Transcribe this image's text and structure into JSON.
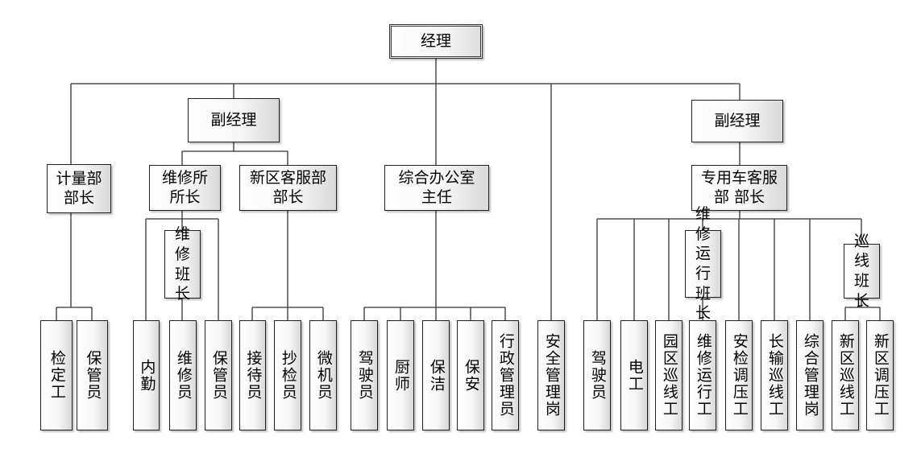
{
  "diagram": {
    "type": "org-chart",
    "root": "经理",
    "deputies": [
      "副经理",
      "副经理"
    ],
    "departments": [
      "计量部\n部长",
      "维修所\n所长",
      "新区客服部\n部长",
      "综合办公室\n主任",
      "专用车客服\n部 部长"
    ],
    "team_leaders": [
      "维修班长",
      "维修运行班长",
      "巡线班长"
    ],
    "staff": {
      "metering": [
        "检定工",
        "保管员"
      ],
      "repair": [
        "内勤",
        "维修员",
        "保管员"
      ],
      "new_district_service": [
        "接待员",
        "抄检员",
        "微机员"
      ],
      "office": [
        "驾驶员",
        "厨师",
        "保洁",
        "保安",
        "行政管理员"
      ],
      "safety": [
        "安全管理岗"
      ],
      "special_vehicle_service": [
        "驾驶员",
        "电工",
        "园区巡线工",
        "维修运行工",
        "安检调压工",
        "长输巡线工",
        "综合管理岗"
      ],
      "line_patrol_team": [
        "新区巡线工",
        "新区调压工"
      ]
    }
  },
  "colors": {
    "line": "#333333",
    "box_border": "#222222",
    "box_shade": "#d9d9d9"
  }
}
